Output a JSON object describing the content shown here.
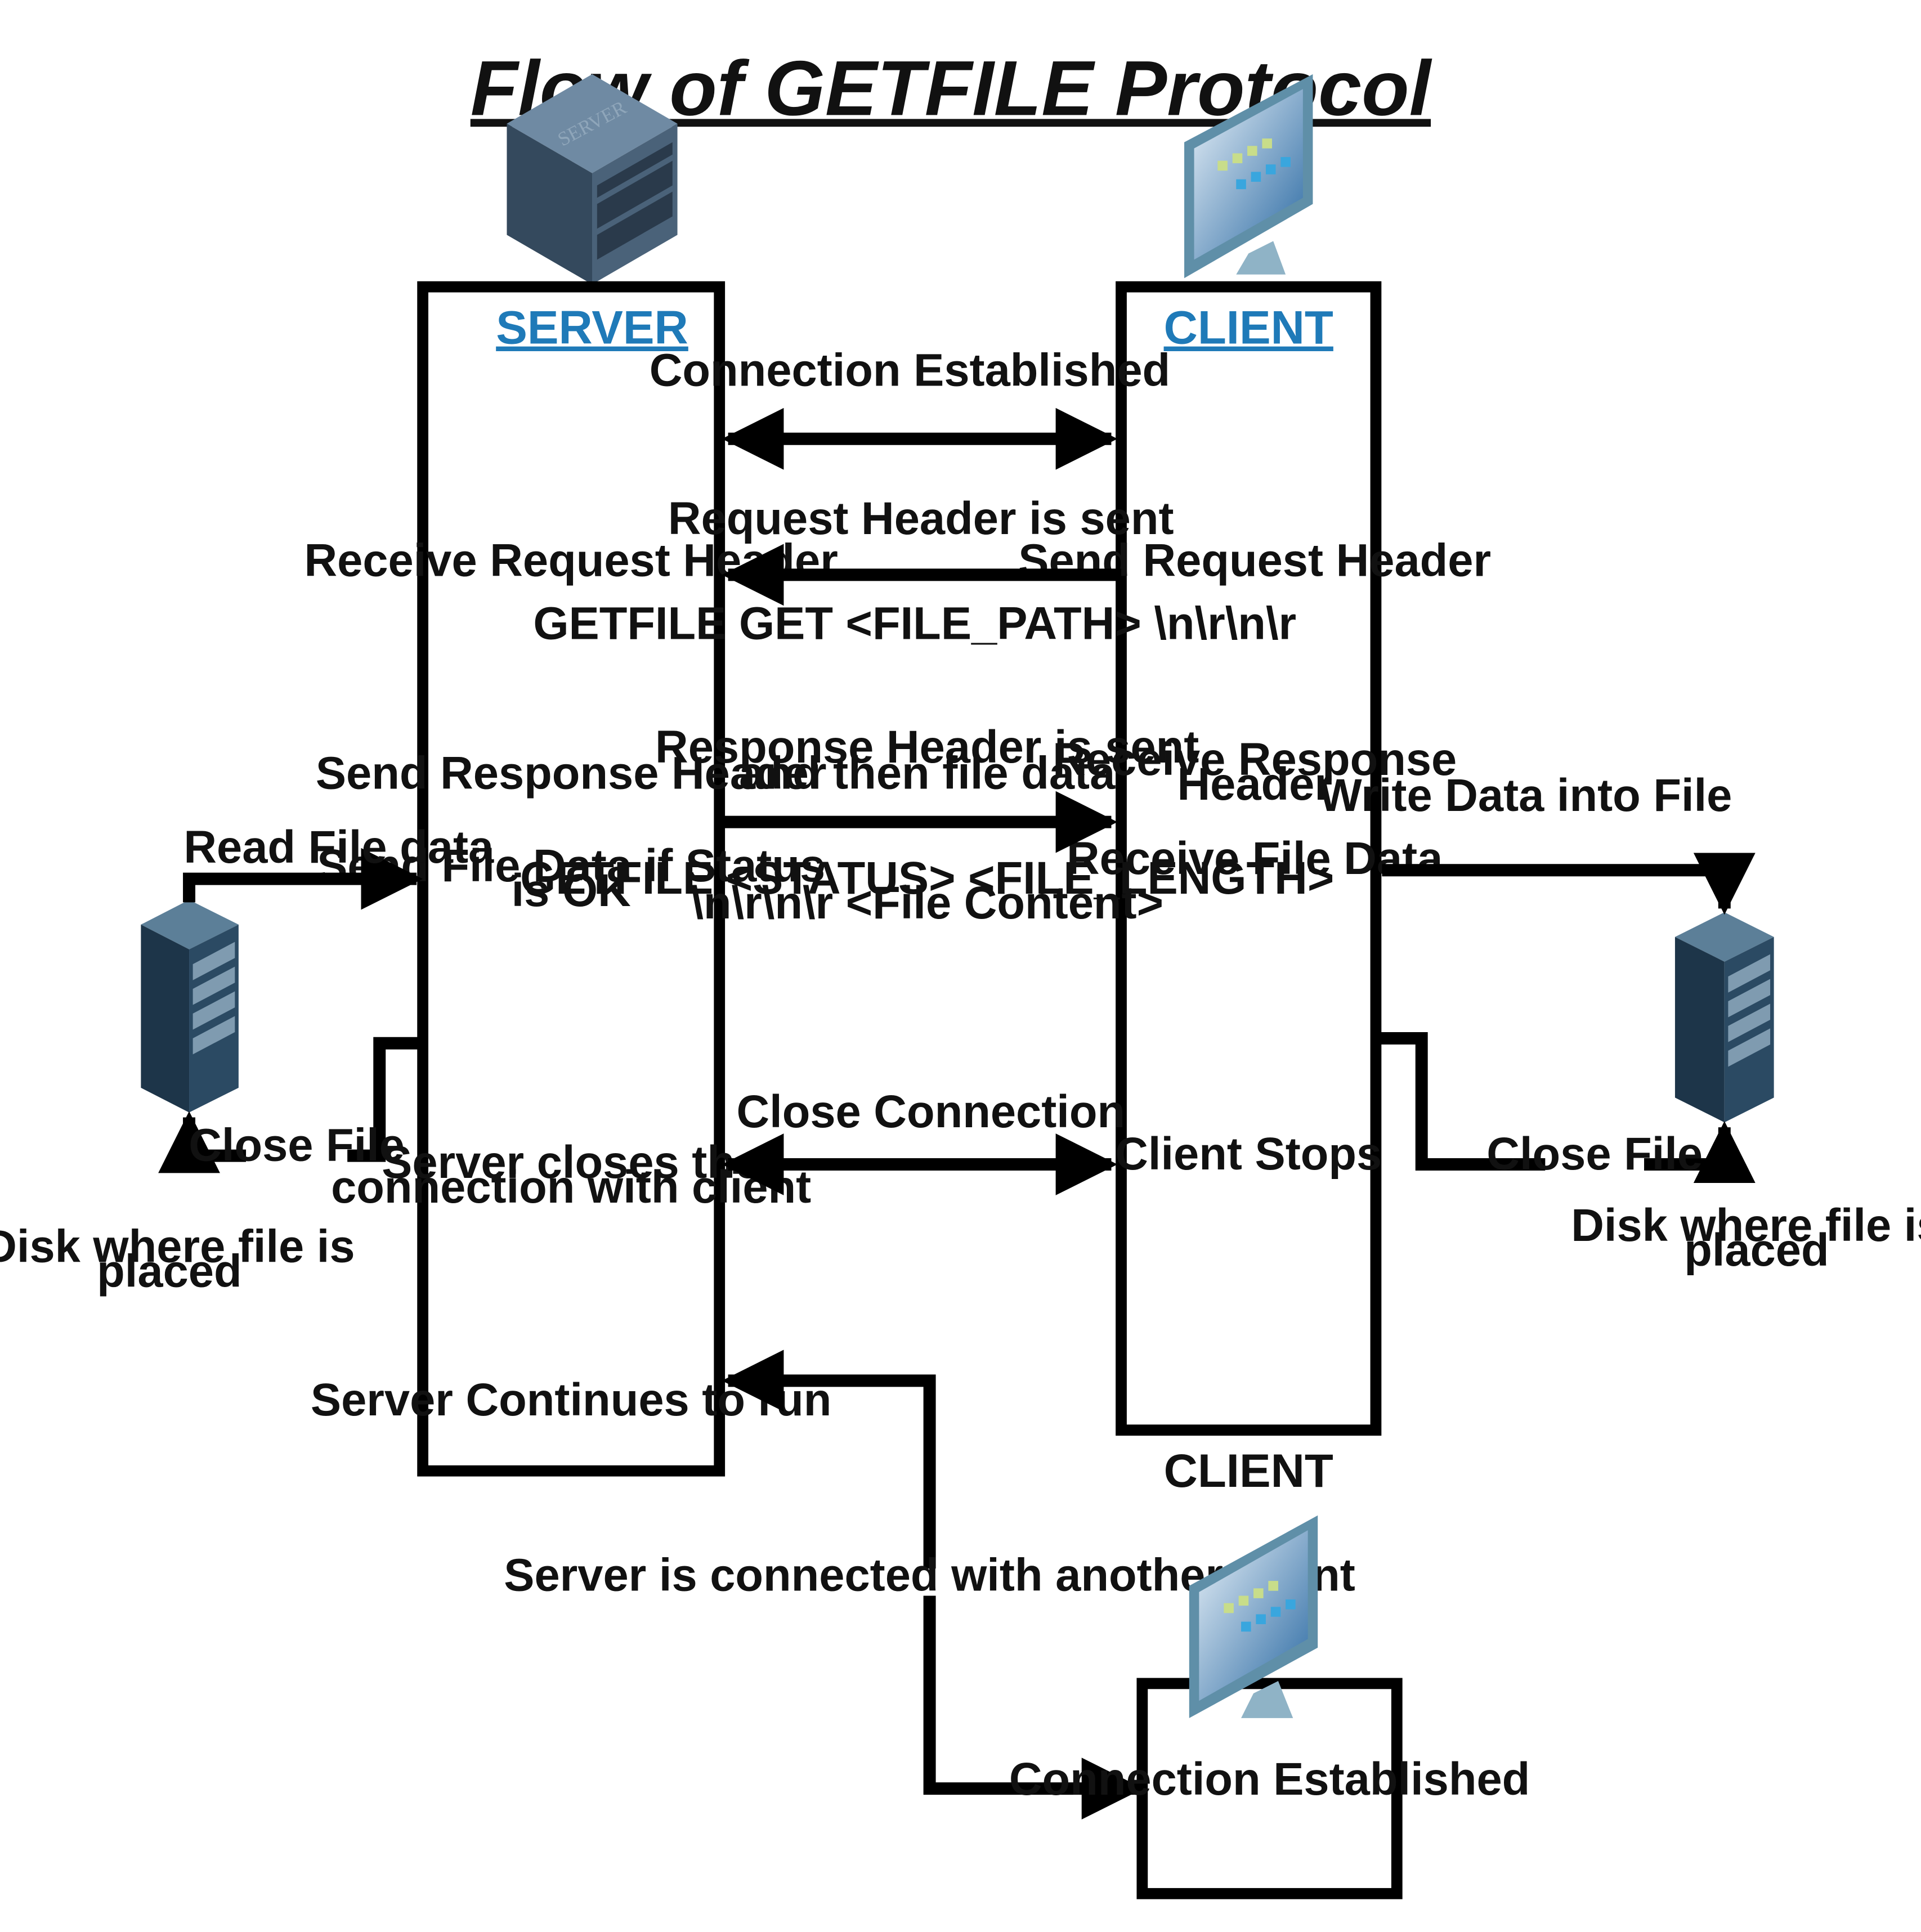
{
  "title": "Flow of GETFILE  Protocol",
  "server": {
    "heading": "SERVER",
    "icon_text": "SERVER",
    "steps": {
      "receive_request_header": "Receive Request Header",
      "send_response_header": "Send Response Header",
      "send_file_data_1": "Send File Data if Status",
      "send_file_data_2": "is OK",
      "closes_connection_1": "Server closes the",
      "closes_connection_2": "connection with client",
      "continues": "Server Continues to run"
    }
  },
  "client": {
    "heading": "CLIENT",
    "steps": {
      "send_request_header": "Send Request Header",
      "receive_response_header_1": "Receive Response",
      "receive_response_header_2": "Header",
      "receive_file_data": "Receive File Data",
      "client_stops": "Client Stops"
    }
  },
  "messages": {
    "connection_established": "Connection Established",
    "request_header_sent": "Request Header is sent",
    "request_format": "GETFILE GET <FILE_PATH> \\n\\r\\n\\r",
    "response_header_sent_1": "Response Header is sent",
    "response_header_sent_2": "and then file data",
    "response_format_1": "GETFILE <STATUS> <FILE_LENGTH>",
    "response_format_2": "\\n\\r\\n\\r <File Content>",
    "close_connection": "Close Connection",
    "server_another_client": "Server is  connected with another client"
  },
  "server_disk": {
    "read_file_data": "Read File data",
    "close_file": "Close File",
    "caption_1": "Disk where file is",
    "caption_2": "placed"
  },
  "client_disk": {
    "write_data": "Write Data into File",
    "close_file": "Close File",
    "caption_1": "Disk where file is",
    "caption_2": "placed"
  },
  "second_client": {
    "heading": "CLIENT",
    "connection_established": "Connection Established"
  },
  "colors": {
    "heading_link": "#1f7ab8",
    "server_icon": "#3a5168",
    "disk_icon": "#1f3a52",
    "monitor_frame": "#5f8fa8",
    "screen": "#2b6aa3"
  },
  "icons": {
    "server": "server-tower-icon",
    "client": "desktop-monitor-icon",
    "disk": "disk-rack-icon"
  }
}
